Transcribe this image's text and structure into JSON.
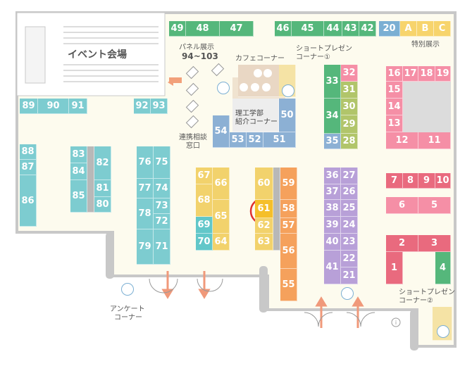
{
  "booths": {
    "b1": "1",
    "b2": "2",
    "b3": "3",
    "b4": "4",
    "b5": "5",
    "b6": "6",
    "b7": "7",
    "b8": "8",
    "b9": "9",
    "b10": "10",
    "b11": "11",
    "b12": "12",
    "b13": "13",
    "b14": "14",
    "b15": "15",
    "b16": "16",
    "b17": "17",
    "b18": "18",
    "b19": "19",
    "b20": "20",
    "b21": "21",
    "b22": "22",
    "b23": "23",
    "b24": "24",
    "b25": "25",
    "b26": "26",
    "b27": "27",
    "b28": "28",
    "b29": "29",
    "b30": "30",
    "b31": "31",
    "b32": "32",
    "b33": "33",
    "b34": "34",
    "b35": "35",
    "b36": "36",
    "b37": "37",
    "b38": "38",
    "b39": "39",
    "b40": "40",
    "b41": "41",
    "b42": "42",
    "b43": "43",
    "b44": "44",
    "b45": "45",
    "b46": "46",
    "b47": "47",
    "b48": "48",
    "b49": "49",
    "b50": "50",
    "b51": "51",
    "b52": "52",
    "b53": "53",
    "b54": "54",
    "b55": "55",
    "b56": "56",
    "b57": "57",
    "b58": "58",
    "b59": "59",
    "b60": "60",
    "b61": "61",
    "b62": "62",
    "b63": "63",
    "b64": "64",
    "b65": "65",
    "b66": "66",
    "b67": "67",
    "b68": "68",
    "b69": "69",
    "b70": "70",
    "b71": "71",
    "b72": "72",
    "b73": "73",
    "b74": "74",
    "b75": "75",
    "b76": "76",
    "b77": "77",
    "b78": "78",
    "b79": "79",
    "b80": "80",
    "b81": "81",
    "b82": "82",
    "b83": "83",
    "b84": "84",
    "b85": "85",
    "b86": "86",
    "b87": "87",
    "b88": "88",
    "b89": "89",
    "b90": "90",
    "b91": "91",
    "b92": "92",
    "b93": "93",
    "bA": "A",
    "bB": "B",
    "bC": "C"
  },
  "labels": {
    "event_hall": "イベント会場",
    "panel_1": "パネル展示",
    "panel_2": "94~103",
    "cafe": "カフェコーナー",
    "short_pres_1a": "ショートプレゼン",
    "short_pres_1b": "コーナー①",
    "special": "特別展示",
    "science_1": "理工学部",
    "science_2": "紹介コーナー",
    "consult_1": "連携相談",
    "consult_2": "窓口",
    "survey_1": "アンケート",
    "survey_2": "コーナー",
    "short_pres_2a": "ショートプレゼン",
    "short_pres_2b": "コーナー②"
  },
  "highlight": "61"
}
